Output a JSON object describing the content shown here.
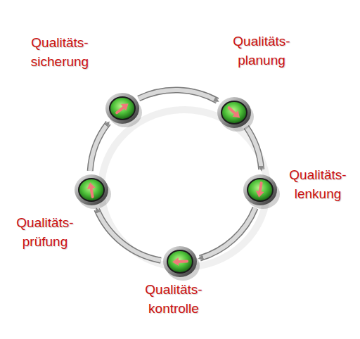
{
  "diagram": {
    "nodes": [
      {
        "text": [
          "Qualitäts- sicherung"
        ]
      },
      {
        "text": [
          "Qualitäts- planung"
        ]
      },
      {
        "text": [
          "Qualitäts- lenkung"
        ]
      },
      {
        "text": [
          "Qualitäts- prüfung"
        ]
      },
      {
        "text": [
          "Qualitäts- kontrolle"
        ]
      }
    ],
    "edges": [
      {
        "from": 1,
        "to": 2,
        "arrow": "to"
      },
      {
        "from": 2,
        "to": 4,
        "arrow": "to"
      },
      {
        "from": 4,
        "to": 3,
        "arrow": "to"
      },
      {
        "from": 3,
        "to": 0,
        "arrow": "to"
      },
      {
        "from": 0,
        "to": 1,
        "arrow": "to"
      }
    ]
  }
}
